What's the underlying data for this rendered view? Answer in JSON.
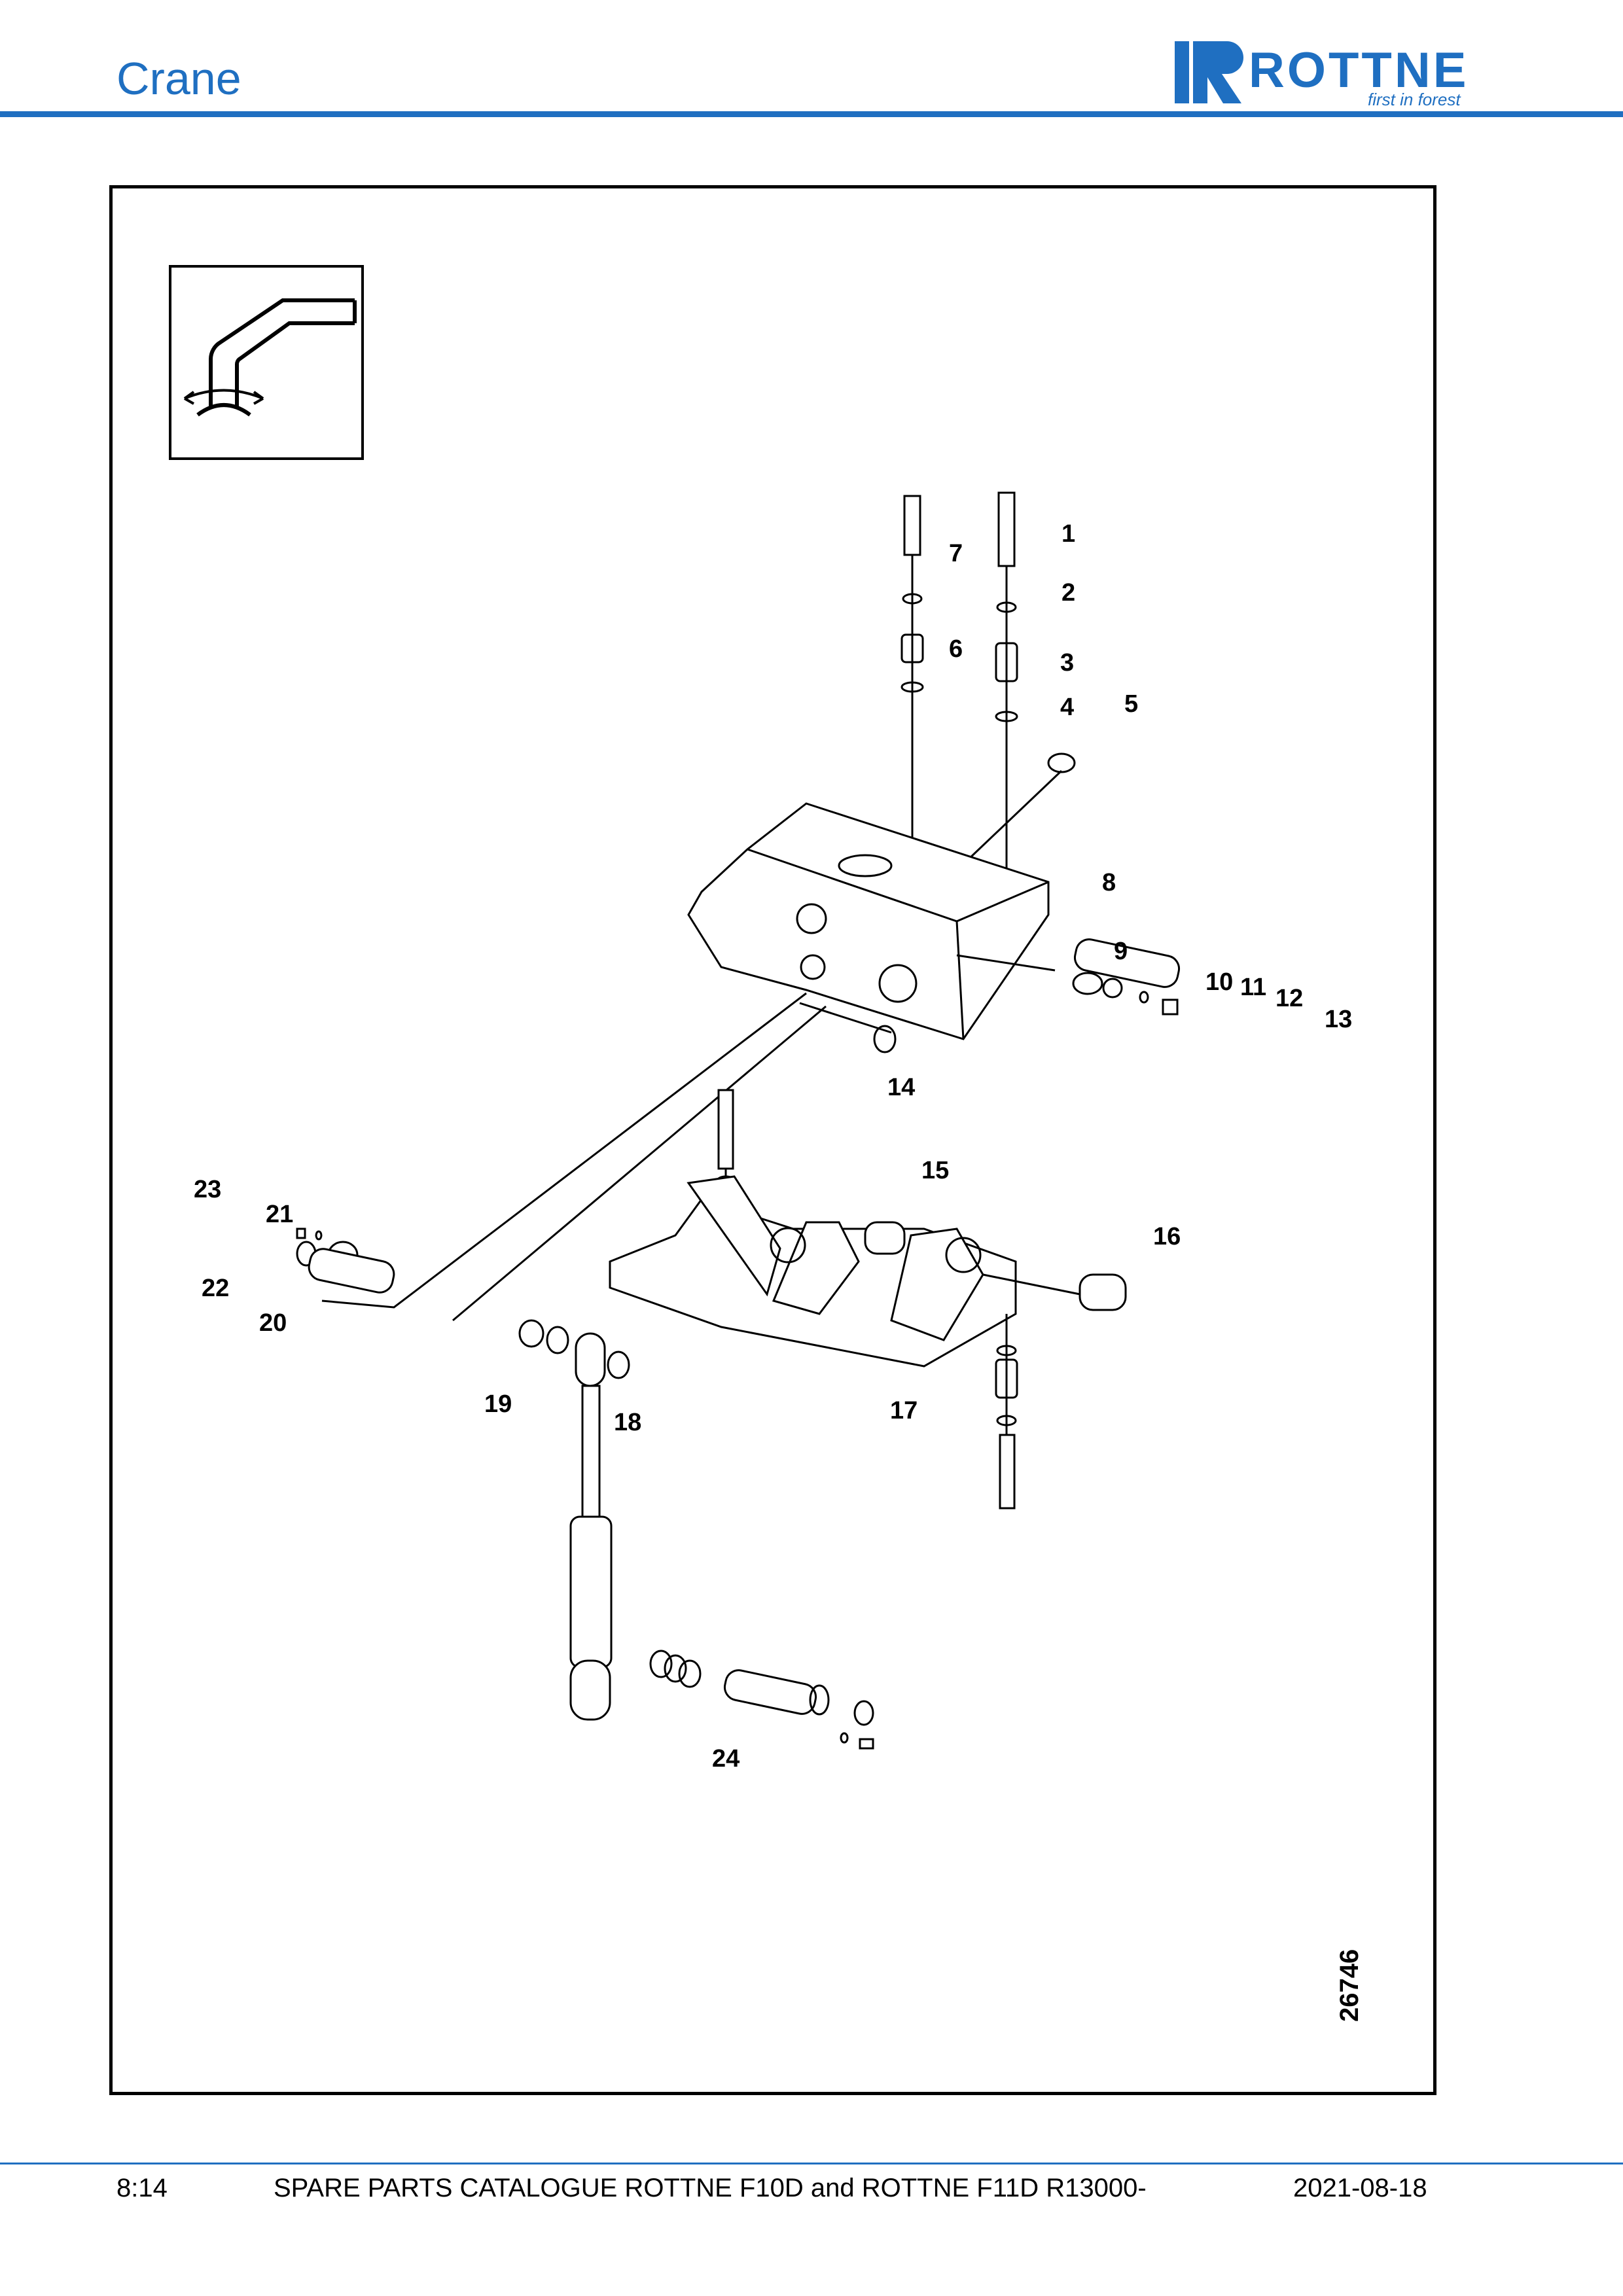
{
  "header": {
    "title": "Crane"
  },
  "logo": {
    "brand": "ROTTNE",
    "tagline": "first in forest",
    "color": "#1f6fc1"
  },
  "figure": {
    "number": "26746",
    "callouts": [
      "1",
      "2",
      "3",
      "4",
      "5",
      "6",
      "7",
      "8",
      "9",
      "10",
      "11",
      "12",
      "13",
      "14",
      "15",
      "16",
      "17",
      "18",
      "19",
      "20",
      "21",
      "22",
      "23",
      "24"
    ]
  },
  "footer": {
    "page": "8:14",
    "catalogue": "SPARE PARTS CATALOGUE ROTTNE F10D and ROTTNE F11D R13000-",
    "date": "2021-08-18"
  }
}
